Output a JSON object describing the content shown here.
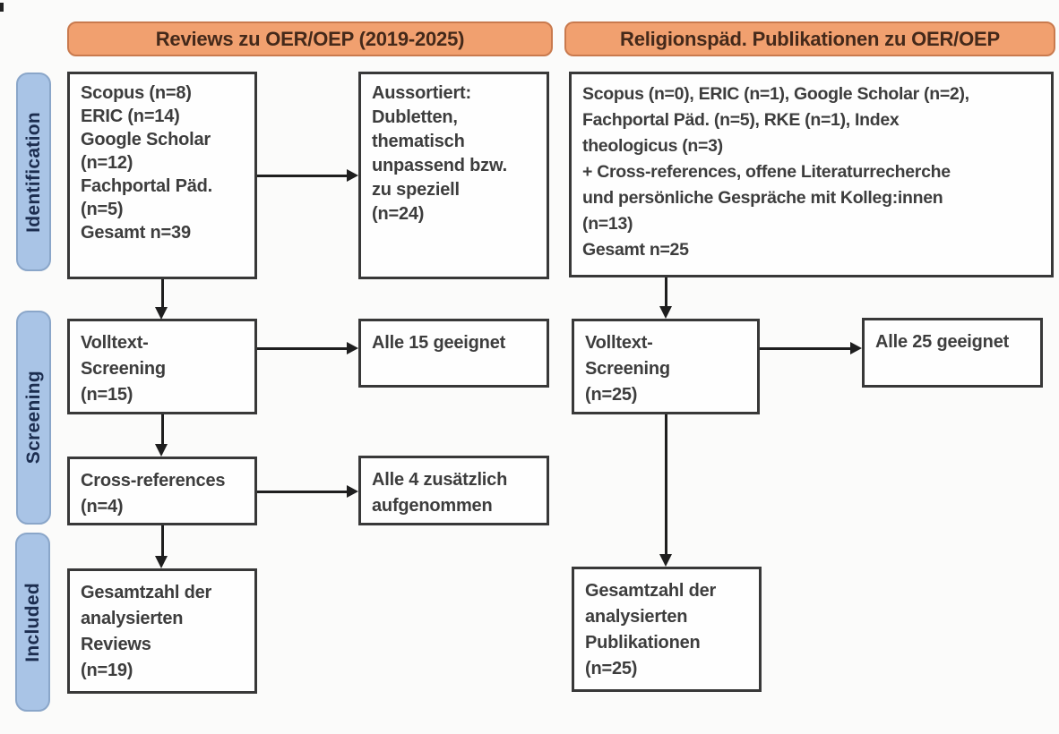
{
  "headers": {
    "left": "Reviews zu OER/OEP (2019-2025)",
    "right": "Religionspäd. Publikationen zu OER/OEP"
  },
  "stages": {
    "identification": "Identification",
    "screening": "Screening",
    "included": "Included"
  },
  "left_column": {
    "sources": "Scopus (n=8)\nERIC (n=14)\nGoogle Scholar\n(n=12)\nFachportal Päd.\n(n=5)\nGesamt n=39",
    "excluded": "Aussortiert:\nDubletten,\nthematisch\nunpassend bzw.\nzu speziell\n(n=24)",
    "fulltext_screening": "Volltext-\nScreening\n(n=15)",
    "fulltext_result": "Alle 15 geeignet",
    "cross_references": "Cross-references\n(n=4)",
    "cross_references_result": "Alle 4 zusätzlich\naufgenommen",
    "included_total": "Gesamtzahl der\nanalysierten\nReviews\n(n=19)"
  },
  "right_column": {
    "sources": "Scopus (n=0), ERIC (n=1), Google Scholar (n=2),\nFachportal Päd. (n=5), RKE (n=1), Index\ntheologicus (n=3)\n+ Cross-references, offene Literaturrecherche\nund persönliche Gespräche mit Kolleg:innen\n(n=13)\nGesamt n=25",
    "fulltext_screening": "Volltext-\nScreening\n(n=25)",
    "fulltext_result": "Alle 25 geeignet",
    "included_total": "Gesamtzahl der\nanalysierten\nPublikationen\n(n=25)"
  },
  "colors": {
    "header_fill": "#f1a06f",
    "header_border": "#c97a4e",
    "header_text": "#44291a",
    "stage_fill": "#a9c4e6",
    "stage_border": "#8aa6c9",
    "stage_text": "#1c2d4f",
    "box_border": "#383838",
    "box_text": "#3d3d3d",
    "arrow": "#1e1e1e"
  }
}
